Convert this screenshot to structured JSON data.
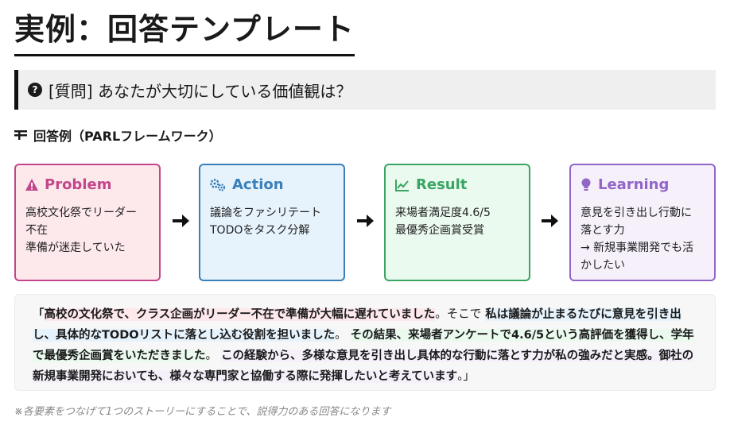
{
  "page": {
    "title": "実例：回答テンプレート"
  },
  "question": {
    "label": "[質問] あなたが大切にしている価値観は？",
    "icon": "question-circle-icon"
  },
  "section": {
    "heading": "回答例（PARLフレームワーク）",
    "icon": "list-icon"
  },
  "cards": [
    {
      "title": "Problem",
      "icon": "warning-icon",
      "color": "#c2478a",
      "lines": [
        "高校文化祭でリーダー",
        "不在",
        "準備が迷走していた"
      ]
    },
    {
      "title": "Action",
      "icon": "gears-icon",
      "color": "#3a7fb8",
      "lines": [
        "議論をファシリテート",
        "TODOをタスク分解"
      ]
    },
    {
      "title": "Result",
      "icon": "line-chart-icon",
      "color": "#3aa563",
      "lines": [
        "来場者満足度4.6/5",
        "最優秀企画賞受賞"
      ]
    },
    {
      "title": "Learning",
      "icon": "lightbulb-icon",
      "color": "#9265c8",
      "lines": [
        "意見を引き出し行動に",
        "落とす力",
        "→ 新規事業開発でも活",
        "かしたい"
      ]
    }
  ],
  "story": {
    "open_quote": "「",
    "problem": "高校の文化祭で、クラス企画がリーダー不在で準備が大幅に遅れていました",
    "connector1": "。そこで",
    "action": "私は議論が止まるたびに意見を引き出し、具体的なTODOリストに落とし込む役割を担いました",
    "connector2": "。",
    "result": "その結果、来場者アンケートで4.6/5という高評価を獲得し、学年で最優秀企画賞をいただきました",
    "connector3": "。",
    "learning": "この経験から、多様な意見を引き出し具体的な行動に落とす力が私の強みだと実感。御社の新規事業開発においても、様々な専門家と協働する際に発揮したいと考えています",
    "close_quote": "。」"
  },
  "footnote": "※各要素をつなげて1つのストーリーにすることで、説得力のある回答になります"
}
